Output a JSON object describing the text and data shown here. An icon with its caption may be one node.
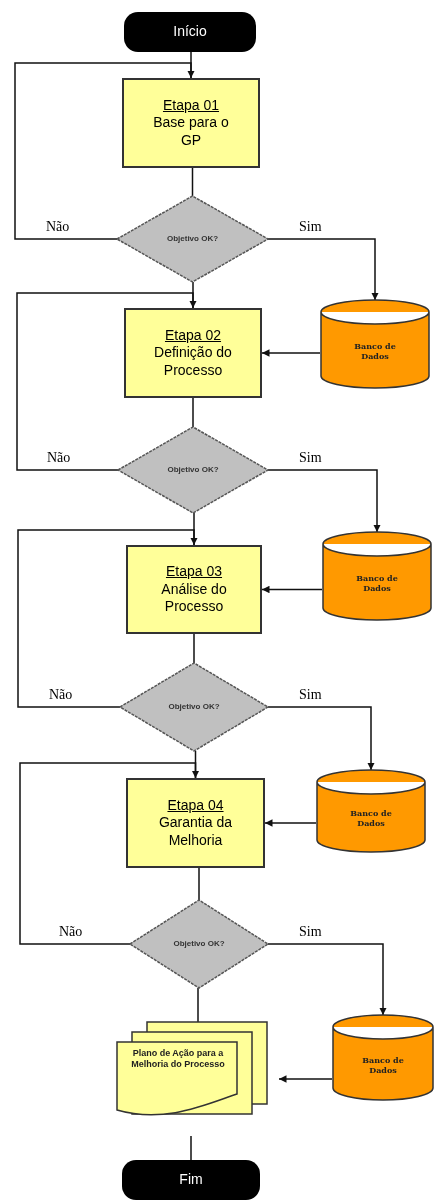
{
  "diagram": {
    "nodes": [
      {
        "text": [
          "Início"
        ]
      },
      {
        "text": [
          "Etapa 01",
          "Base para o GP"
        ]
      },
      {
        "text": [
          "Objetivo OK?"
        ]
      },
      {
        "text": [
          "Banco de Dados"
        ]
      },
      {
        "text": [
          "Etapa 02",
          "Definição do Processo"
        ]
      },
      {
        "text": [
          "Objetivo OK?"
        ]
      },
      {
        "text": [
          "Banco de Dados"
        ]
      },
      {
        "text": [
          "Etapa 03",
          "Análise do Processo"
        ]
      },
      {
        "text": [
          "Objetivo OK?"
        ]
      },
      {
        "text": [
          "Banco de Dados"
        ]
      },
      {
        "text": [
          "Etapa 04",
          "Garantia da Melhoria"
        ]
      },
      {
        "text": [
          "Objetivo OK?"
        ]
      },
      {
        "text": [
          "Banco de Dados"
        ]
      },
      {
        "text": [
          "Plano de Ação para a Melhoria do Processo"
        ]
      },
      {
        "text": [
          "Fim"
        ]
      }
    ],
    "edges": [
      {
        "from": 0,
        "to": 1,
        "arrow": "none"
      },
      {
        "from": 1,
        "to": 2,
        "arrow": "none"
      },
      {
        "from": 2,
        "to": 1,
        "arrow": "to",
        "label": "Não"
      },
      {
        "from": 2,
        "to": 3,
        "arrow": "to",
        "label": "Sim"
      },
      {
        "from": 2,
        "to": 4,
        "arrow": "none"
      },
      {
        "from": 3,
        "to": 4,
        "arrow": "to"
      },
      {
        "from": 4,
        "to": 5,
        "arrow": "none"
      },
      {
        "from": 5,
        "to": 4,
        "arrow": "to",
        "label": "Não"
      },
      {
        "from": 5,
        "to": 6,
        "arrow": "to",
        "label": "Sim"
      },
      {
        "from": 5,
        "to": 7,
        "arrow": "none"
      },
      {
        "from": 6,
        "to": 7,
        "arrow": "to"
      },
      {
        "from": 7,
        "to": 8,
        "arrow": "none"
      },
      {
        "from": 8,
        "to": 7,
        "arrow": "to",
        "label": "Não"
      },
      {
        "from": 8,
        "to": 9,
        "arrow": "to",
        "label": "Sim"
      },
      {
        "from": 8,
        "to": 10,
        "arrow": "none"
      },
      {
        "from": 9,
        "to": 10,
        "arrow": "to"
      },
      {
        "from": 10,
        "to": 11,
        "arrow": "none"
      },
      {
        "from": 11,
        "to": 10,
        "arrow": "to",
        "label": "Não"
      },
      {
        "from": 11,
        "to": 12,
        "arrow": "to",
        "label": "Sim"
      },
      {
        "from": 11,
        "to": 13,
        "arrow": "none"
      },
      {
        "from": 12,
        "to": 13,
        "arrow": "to"
      },
      {
        "from": 13,
        "to": 14,
        "arrow": "none"
      }
    ]
  }
}
